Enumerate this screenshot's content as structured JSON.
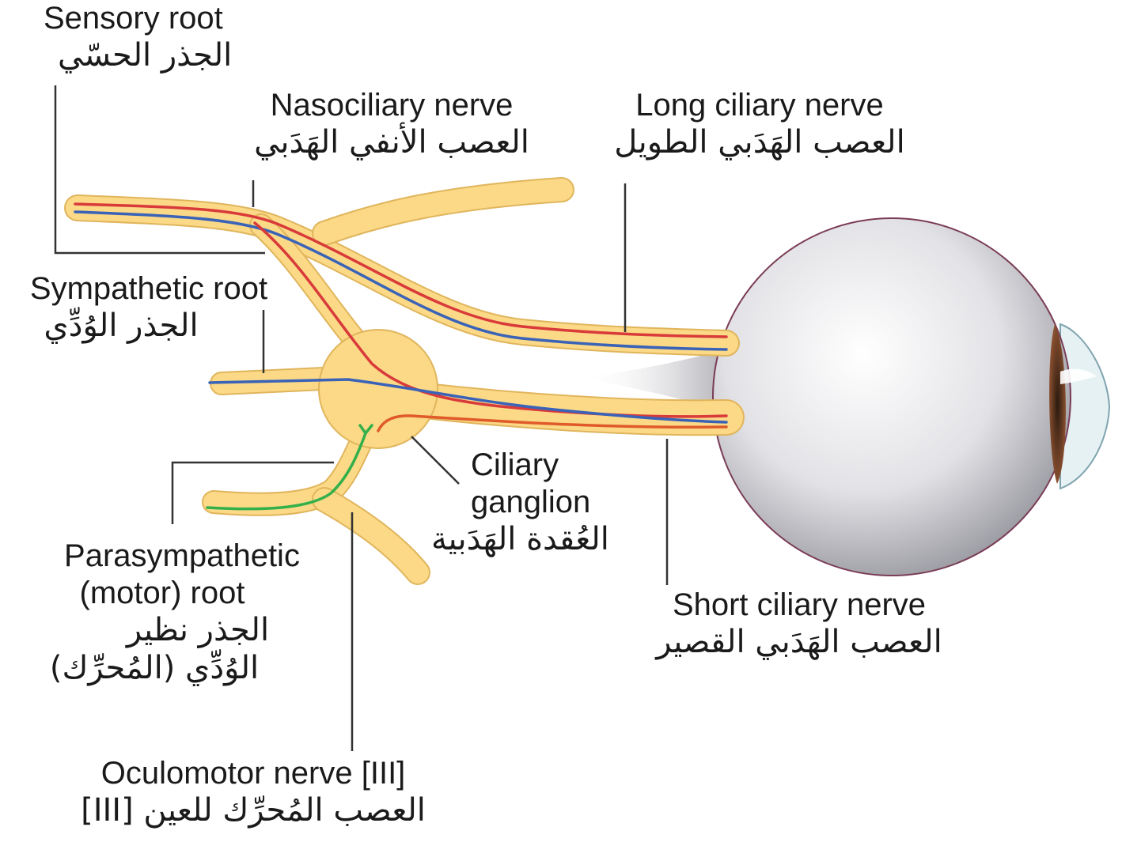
{
  "labels": {
    "sensory_root": {
      "en": "Sensory root",
      "ar": "الجذر الحسّي"
    },
    "nasociliary_nerve": {
      "en": "Nasociliary nerve",
      "ar": "العصب الأنفي الهَدَبي"
    },
    "long_ciliary_nerve": {
      "en": "Long ciliary nerve",
      "ar": "العصب الهَدَبي الطويل"
    },
    "sympathetic_root": {
      "en": "Sympathetic root",
      "ar": "الجذر الوُدِّي"
    },
    "ciliary_ganglion": {
      "en1": "Ciliary",
      "en2": "ganglion",
      "ar": "العُقدة الهَدَبية"
    },
    "parasympathetic_root": {
      "en1": "Parasympathetic",
      "en2": "(motor) root",
      "ar1": "الجذر نظير",
      "ar2": "الوُدِّي (المُحرِّك)"
    },
    "short_ciliary_nerve": {
      "en": "Short ciliary nerve",
      "ar": "العصب الهَدَبي القصير"
    },
    "oculomotor_nerve": {
      "en": "Oculomotor nerve [III]",
      "ar": "العصب المُحرِّك للعين [III]"
    }
  },
  "colors": {
    "nerve_fill": "#fbd987",
    "nerve_outline": "#e0b55c",
    "sensory_fiber": "#d93a3a",
    "sympathetic_fiber": "#3a63b8",
    "parasympathetic_fiber": "#33b04a",
    "leader_line": "#333333",
    "eyeball": "#d9d9de"
  }
}
